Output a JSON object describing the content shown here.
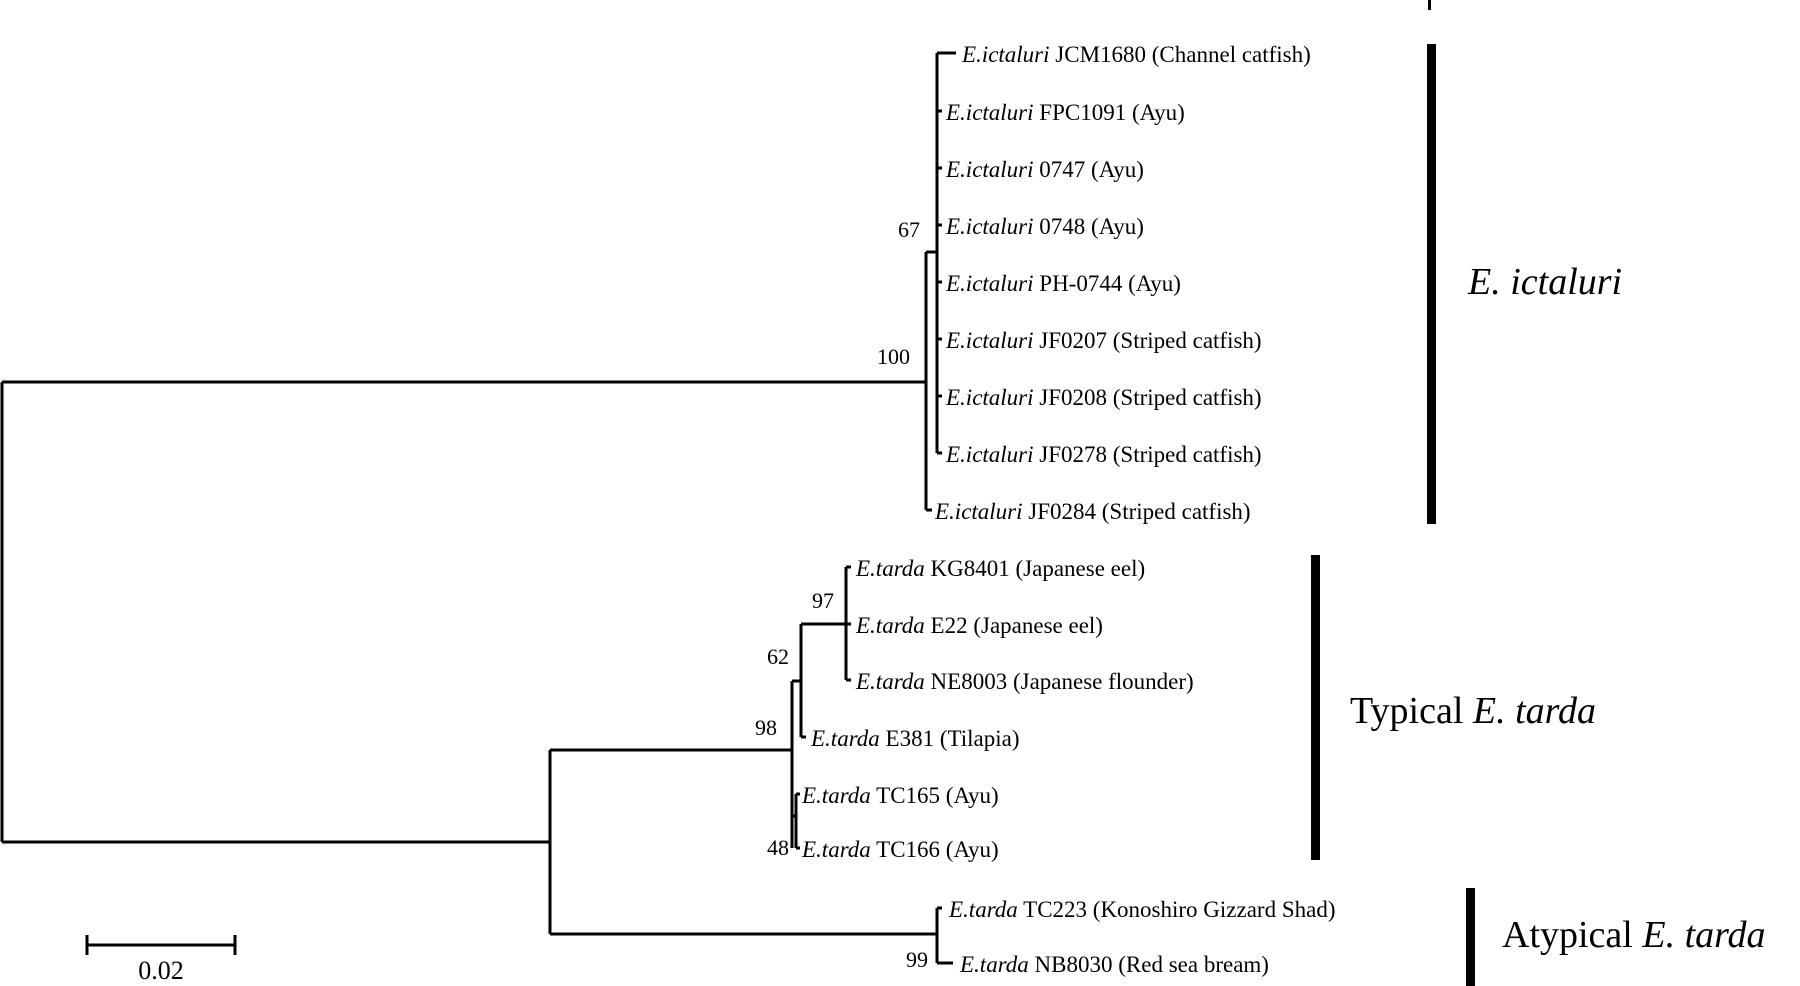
{
  "figure": {
    "clades": [
      {
        "label_prefix": "",
        "label_italic": "E. ictaluri"
      },
      {
        "label_prefix": "Typical ",
        "label_italic": "E. tarda"
      },
      {
        "label_prefix": "Atypical ",
        "label_italic": "E. tarda"
      }
    ],
    "leaves": [
      {
        "genus": "E.ictaluri",
        "strain": "JCM1680 (Channel catfish)"
      },
      {
        "genus": "E.ictaluri",
        "strain": "FPC1091 (Ayu)"
      },
      {
        "genus": "E.ictaluri",
        "strain": "0747 (Ayu)"
      },
      {
        "genus": "E.ictaluri",
        "strain": "0748 (Ayu)"
      },
      {
        "genus": "E.ictaluri",
        "strain": "PH-0744 (Ayu)"
      },
      {
        "genus": "E.ictaluri",
        "strain": "JF0207 (Striped catfish)"
      },
      {
        "genus": "E.ictaluri",
        "strain": "JF0208 (Striped catfish)"
      },
      {
        "genus": "E.ictaluri",
        "strain": "JF0278 (Striped catfish)"
      },
      {
        "genus": "E.ictaluri",
        "strain": "JF0284 (Striped catfish)"
      },
      {
        "genus": "E.tarda",
        "strain": "KG8401 (Japanese eel)"
      },
      {
        "genus": "E.tarda",
        "strain": "E22 (Japanese eel)"
      },
      {
        "genus": "E.tarda",
        "strain": "NE8003 (Japanese flounder)"
      },
      {
        "genus": "E.tarda",
        "strain": "E381 (Tilapia)"
      },
      {
        "genus": "E.tarda",
        "strain": "TC165 (Ayu)"
      },
      {
        "genus": "E.tarda",
        "strain": "TC166 (Ayu)"
      },
      {
        "genus": "E.tarda",
        "strain": "TC223 (Konoshiro Gizzard Shad)"
      },
      {
        "genus": "E.tarda",
        "strain": "NB8030 (Red sea bream)"
      }
    ],
    "bootstrap_values": [
      "67",
      "100",
      "97",
      "62",
      "98",
      "48",
      "99"
    ],
    "scale_bar_label": "0.02"
  }
}
